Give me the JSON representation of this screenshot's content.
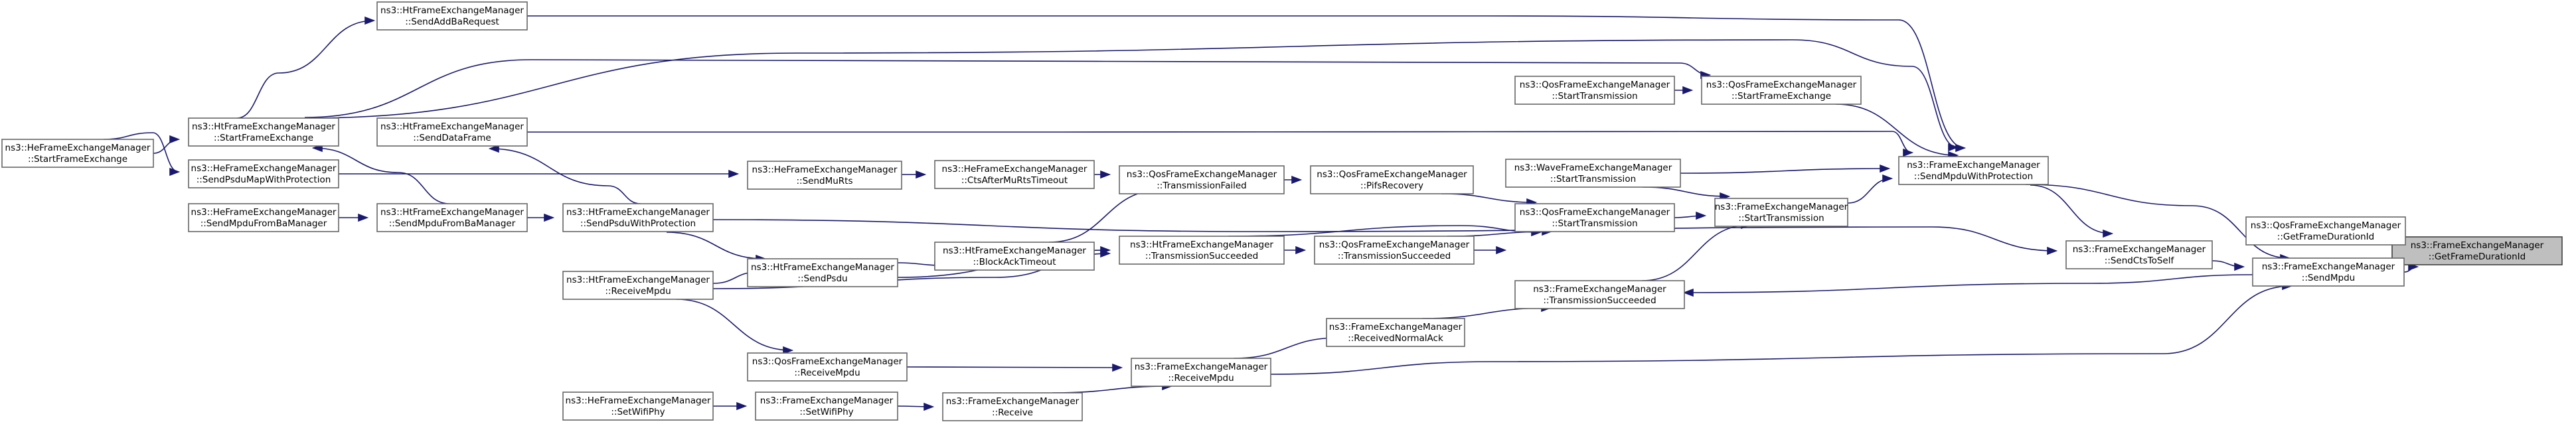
{
  "diagram": {
    "type": "call-graph",
    "colors": {
      "edge": "#191970",
      "node_border": "#666666",
      "root_fill": "#bfbfbf",
      "background": "#ffffff"
    },
    "nodes": [
      {
        "id": "n0",
        "l1": "ns3::FrameExchangeManager",
        "l2": "::GetFrameDurationId",
        "root": true
      },
      {
        "id": "n1",
        "l1": "ns3::QosFrameExchangeManager",
        "l2": "::GetFrameDurationId"
      },
      {
        "id": "n2",
        "l1": "ns3::FrameExchangeManager",
        "l2": "::SendMpdu"
      },
      {
        "id": "n3",
        "l1": "ns3::FrameExchangeManager",
        "l2": "::SendMpduWithProtection"
      },
      {
        "id": "n4",
        "l1": "ns3::FrameExchangeManager",
        "l2": "::SendCtsToSelf"
      },
      {
        "id": "n5",
        "l1": "ns3::FrameExchangeManager",
        "l2": "::ReceiveMpdu"
      },
      {
        "id": "n6",
        "l1": "ns3::FrameExchangeManager",
        "l2": "::TransmissionSucceeded"
      },
      {
        "id": "n7",
        "l1": "ns3::QosFrameExchangeManager",
        "l2": "::StartFrameExchange"
      },
      {
        "id": "n8",
        "l1": "ns3::FrameExchangeManager",
        "l2": "::StartTransmission"
      },
      {
        "id": "n9",
        "l1": "ns3::HtFrameExchangeManager",
        "l2": "::SendAddBaRequest"
      },
      {
        "id": "n10",
        "l1": "ns3::HtFrameExchangeManager",
        "l2": "::StartFrameExchange"
      },
      {
        "id": "n11",
        "l1": "ns3::HtFrameExchangeManager",
        "l2": "::SendDataFrame"
      },
      {
        "id": "n12",
        "l1": "ns3::WaveFrameExchangeManager",
        "l2": "::StartTransmission"
      },
      {
        "id": "n13",
        "l1": "ns3::QosFrameExchangeManager",
        "l2": "::StartTransmission"
      },
      {
        "id": "n14",
        "l1": "ns3::QosFrameExchangeManager",
        "l2": "::StartTransmission"
      },
      {
        "id": "n15",
        "l1": "ns3::QosFrameExchangeManager",
        "l2": "::TransmissionSucceeded"
      },
      {
        "id": "n16",
        "l1": "ns3::FrameExchangeManager",
        "l2": "::ReceivedNormalAck"
      },
      {
        "id": "n17",
        "l1": "ns3::FrameExchangeManager",
        "l2": "::Receive"
      },
      {
        "id": "n18",
        "l1": "ns3::HtFrameExchangeManager",
        "l2": "::ReceiveMpdu"
      },
      {
        "id": "n19",
        "l1": "ns3::QosFrameExchangeManager",
        "l2": "::ReceiveMpdu"
      },
      {
        "id": "n20",
        "l1": "ns3::FrameExchangeManager",
        "l2": "::SetWifiPhy"
      },
      {
        "id": "n21",
        "l1": "ns3::HeFrameExchangeManager",
        "l2": "::SetWifiPhy"
      },
      {
        "id": "n22",
        "l1": "ns3::HtFrameExchangeManager",
        "l2": "::TransmissionSucceeded"
      },
      {
        "id": "n23",
        "l1": "ns3::HtFrameExchangeManager",
        "l2": "::SendPsdu"
      },
      {
        "id": "n24",
        "l1": "ns3::HtFrameExchangeManager",
        "l2": "::SendPsduWithProtection"
      },
      {
        "id": "n25",
        "l1": "ns3::HeFrameExchangeManager",
        "l2": "::StartFrameExchange"
      },
      {
        "id": "n26",
        "l1": "ns3::HeFrameExchangeManager",
        "l2": "::SendPsduMapWithProtection"
      },
      {
        "id": "n27",
        "l1": "ns3::HtFrameExchangeManager",
        "l2": "::SendMpduFromBaManager"
      },
      {
        "id": "n28",
        "l1": "ns3::HeFrameExchangeManager",
        "l2": "::SendMpduFromBaManager"
      },
      {
        "id": "n29",
        "l1": "ns3::QosFrameExchangeManager",
        "l2": "::PifsRecovery"
      },
      {
        "id": "n30",
        "l1": "ns3::QosFrameExchangeManager",
        "l2": "::TransmissionFailed"
      },
      {
        "id": "n31",
        "l1": "ns3::HeFrameExchangeManager",
        "l2": "::CtsAfterMuRtsTimeout"
      },
      {
        "id": "n32",
        "l1": "ns3::HeFrameExchangeManager",
        "l2": "::SendMuRts"
      },
      {
        "id": "n33",
        "l1": "ns3::HtFrameExchangeManager",
        "l2": "::BlockAckTimeout"
      }
    ],
    "edges": [
      {
        "from": "n2",
        "to": "n0"
      },
      {
        "from": "n4",
        "to": "n2"
      },
      {
        "from": "n3",
        "to": "n2"
      },
      {
        "from": "n6",
        "to": "n2"
      },
      {
        "from": "n5",
        "to": "n2"
      },
      {
        "from": "n3",
        "to": "n4"
      },
      {
        "from": "n24",
        "to": "n4"
      },
      {
        "from": "n7",
        "to": "n3"
      },
      {
        "from": "n8",
        "to": "n3"
      },
      {
        "from": "n9",
        "to": "n3"
      },
      {
        "from": "n10",
        "to": "n3"
      },
      {
        "from": "n11",
        "to": "n3"
      },
      {
        "from": "n12",
        "to": "n3"
      },
      {
        "from": "n13",
        "to": "n7"
      },
      {
        "from": "n12",
        "to": "n8"
      },
      {
        "from": "n14",
        "to": "n8"
      },
      {
        "from": "n6",
        "to": "n8"
      },
      {
        "from": "n10",
        "to": "n9"
      },
      {
        "from": "n10",
        "to": "n7"
      },
      {
        "from": "n25",
        "to": "n10"
      },
      {
        "from": "n24",
        "to": "n11"
      },
      {
        "from": "n27",
        "to": "n10"
      },
      {
        "from": "n29",
        "to": "n14"
      },
      {
        "from": "n15",
        "to": "n14"
      },
      {
        "from": "n22",
        "to": "n14"
      },
      {
        "from": "n15",
        "to": "n6"
      },
      {
        "from": "n16",
        "to": "n6"
      },
      {
        "from": "n22",
        "to": "n15"
      },
      {
        "from": "n5",
        "to": "n16"
      },
      {
        "from": "n17",
        "to": "n5"
      },
      {
        "from": "n19",
        "to": "n5"
      },
      {
        "from": "n20",
        "to": "n17"
      },
      {
        "from": "n21",
        "to": "n20"
      },
      {
        "from": "n18",
        "to": "n19"
      },
      {
        "from": "n30",
        "to": "n29"
      },
      {
        "from": "n31",
        "to": "n30"
      },
      {
        "from": "n33",
        "to": "n30"
      },
      {
        "from": "n32",
        "to": "n31"
      },
      {
        "from": "n26",
        "to": "n32"
      },
      {
        "from": "n25",
        "to": "n26"
      },
      {
        "from": "n23",
        "to": "n33"
      },
      {
        "from": "n23",
        "to": "n22"
      },
      {
        "from": "n18",
        "to": "n22"
      },
      {
        "from": "n18",
        "to": "n23"
      },
      {
        "from": "n24",
        "to": "n23"
      },
      {
        "from": "n27",
        "to": "n24"
      },
      {
        "from": "n28",
        "to": "n27"
      }
    ]
  }
}
